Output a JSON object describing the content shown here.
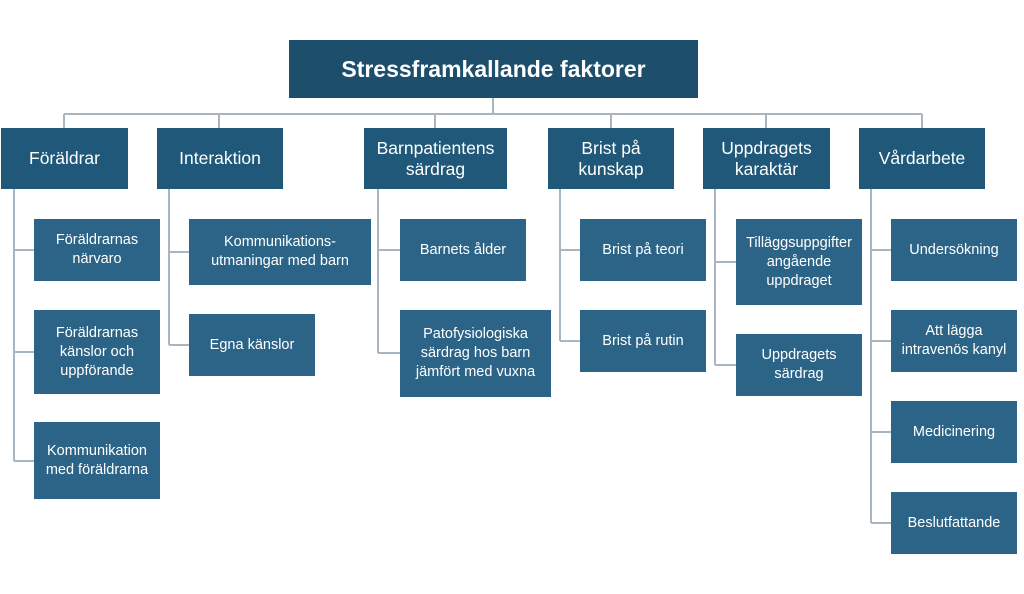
{
  "diagram": {
    "root": "Stressframkallande faktorer",
    "categories": [
      {
        "label": "Föräldrar",
        "items": [
          "Föräldrarnas\nnärvaro",
          "Föräldrarnas\nkänslor och\nuppförande",
          "Kommunikation\nmed föräldrarna"
        ]
      },
      {
        "label": "Interaktion",
        "items": [
          "Kommunikations-\nutmaningar med barn",
          "Egna känslor"
        ]
      },
      {
        "label": "Barnpatientens\nsärdrag",
        "items": [
          "Barnets ålder",
          "Patofysiologiska\nsärdrag hos barn\njämfört med vuxna"
        ]
      },
      {
        "label": "Brist på\nkunskap",
        "items": [
          "Brist på teori",
          "Brist på rutin"
        ]
      },
      {
        "label": "Uppdragets\nkaraktär",
        "items": [
          "Tilläggsuppgifter\nangående\nuppdraget",
          "Uppdragets\nsärdrag"
        ]
      },
      {
        "label": "Vårdarbete",
        "items": [
          "Undersökning",
          "Att lägga\nintravenös kanyl",
          "Medicinering",
          "Beslutfattande"
        ]
      }
    ],
    "colors": {
      "root": "#1d4f6c",
      "category": "#1f5878",
      "item": "#2c6487",
      "connector": "#a9b6c0"
    }
  }
}
